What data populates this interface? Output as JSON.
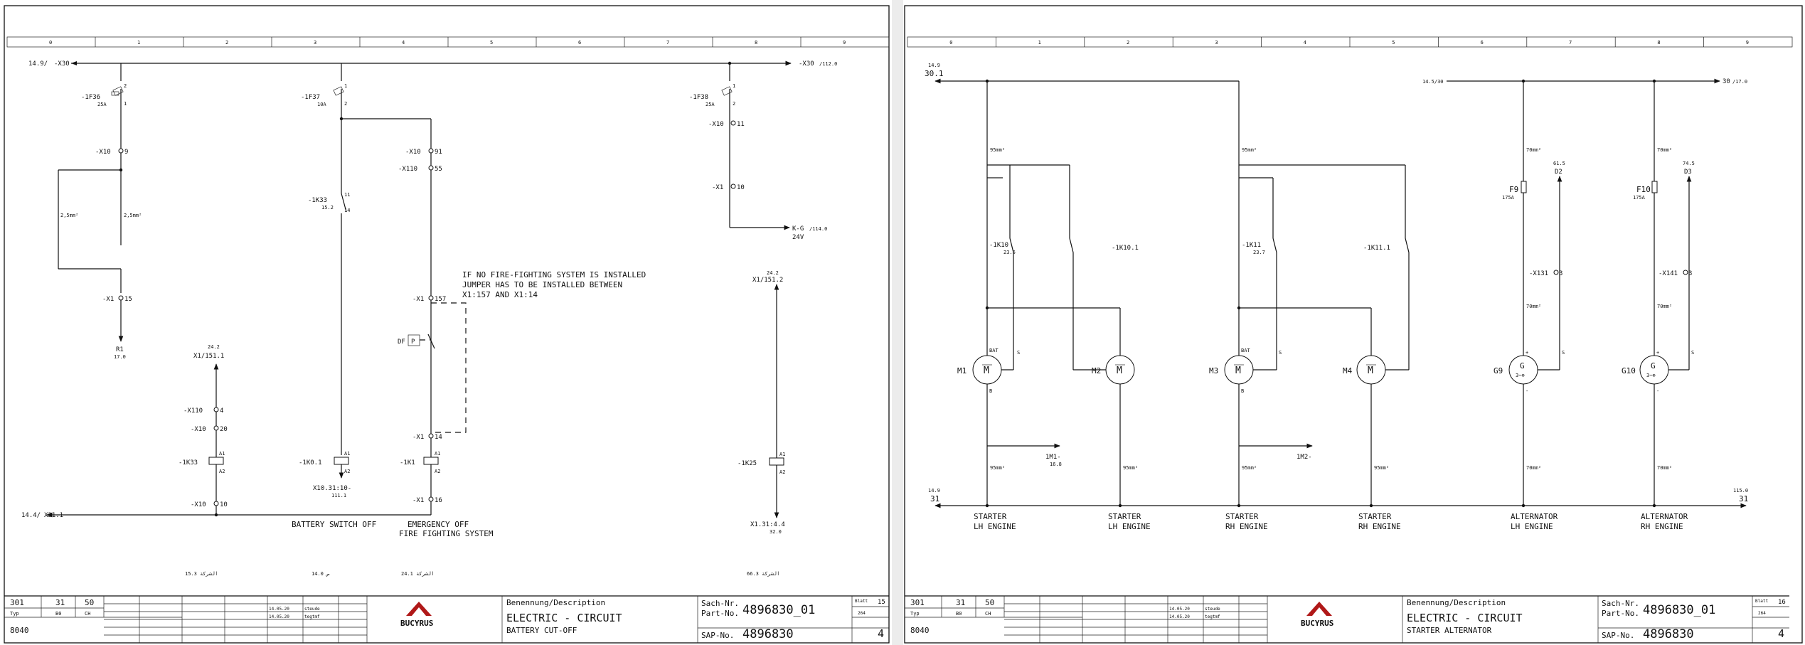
{
  "columns": [
    "0",
    "1",
    "2",
    "3",
    "4",
    "5",
    "6",
    "7",
    "8",
    "9"
  ],
  "brand": "BUCYRUS",
  "sheets": [
    {
      "labels": {
        "x30_ref": "14.9/",
        "x30": "-X30",
        "x30_out": "-X30",
        "x30_out_ref": "/112.0",
        "f36": "-1F36",
        "f36_val": "25A",
        "f37": "-1F37",
        "f37_val": "10A",
        "f38": "-1F38",
        "f38_val": "25A",
        "pin1": "1",
        "pin2": "2",
        "x10_9": "-X10",
        "x10_9_n": "9",
        "x10_91": "-X10",
        "x10_91_n": "91",
        "x110_55": "-X110",
        "x110_55_n": "55",
        "x10_11": "-X10",
        "x10_11_n": "11",
        "x10_10": "-X1",
        "x10_10_n": "10",
        "cable1": "2,5mm²",
        "cable2": "2,5mm²",
        "k33": "-1K33",
        "k33_ref": "15.2",
        "k33_p11": "11",
        "k33_p14": "14",
        "kg": "K-G",
        "kg_ref": "/114.0",
        "kg_v": "24V",
        "x1_15": "-X1",
        "x1_15_n": "15",
        "x1_157": "-X1",
        "x1_157_n": "157",
        "note1": "IF NO FIRE-FIGHTING SYSTEM IS INSTALLED",
        "note2": "JUMPER HAS TO BE INSTALLED BETWEEN",
        "note3": "X1:157 AND X1:14",
        "r1": "R1",
        "r1_ref": "17.0",
        "x1_151_ref": "24.2",
        "x1_151": "X1/151.1",
        "x1_151b_ref": "24.2",
        "x1_151b": "X1/151.2",
        "df": "DF",
        "df_p": "P",
        "x110_4": "-X110",
        "x110_4_n": "4",
        "x10_20": "-X10",
        "x10_20_n": "20",
        "x1_14": "-X1",
        "x1_14_n": "14",
        "k33b": "-1K33",
        "k0": "-1K0.1",
        "k1": "-1K1",
        "k25": "-1K25",
        "a1": "A1",
        "a2": "A2",
        "x10_31": "X10.31:10-",
        "x10_31_ref": "111.1",
        "x1_31": "X1.31:4.4",
        "x1_31_ref": "32.0",
        "x10_10b": "-X10",
        "x10_10b_n": "10",
        "x1_16": "-X1",
        "x1_16_n": "16",
        "x31_ref": "14.4/",
        "x31": "X31.1",
        "cap1": "BATTERY SWITCH OFF",
        "cap2": "EMERGENCY OFF",
        "cap3": "FIRE FIGHTING SYSTEM",
        "bot1": "15.3 الشركة",
        "bot2": "14.0 ص",
        "bot3": "24.1 الشركة",
        "bot4": "66.3 الشركة"
      },
      "title": {
        "n301": "301",
        "n31": "31",
        "n50": "50",
        "typ": "Typ",
        "b0": "B0",
        "ch": "CH",
        "model": "8040",
        "date1": "14.05.20",
        "date2": "14.05.20",
        "user1": "steude",
        "user2": "tegtmf",
        "desc_label": "Benennung/Description",
        "desc1": "ELECTRIC - CIRCUIT",
        "desc2": "BATTERY CUT-OFF",
        "sach_label": "Sach-Nr.",
        "part_label": "Part-No.",
        "part_no": "4896830_01",
        "sap_label": "SAP-No.",
        "sap_no": "4896830",
        "blatt": "Blatt",
        "sheet_no": "15",
        "page": "4",
        "grp": "264"
      }
    },
    {
      "labels": {
        "r30_ref": "14.9",
        "r30": "30.1",
        "r30b_ref": "14.5/30",
        "r30_out": "30",
        "r30_out_ref": "/17.0",
        "c95": "95mm²",
        "c70": "70mm²",
        "k10": "-1K10",
        "k10_ref": "23.6",
        "k10_1": "-1K10.1",
        "k11": "-1K11",
        "k11_ref": "23.7",
        "k11_1": "-1K11.1",
        "f9": "F9",
        "f9_val": "175A",
        "f10": "F10",
        "f10_val": "175A",
        "d2_ref": "61.5",
        "d2": "D2",
        "d3_ref": "74.5",
        "d3": "D3",
        "x131": "-X131",
        "x131_n": "3",
        "x141": "-X141",
        "x141_n": "3",
        "m1": "M1",
        "m2": "M2",
        "m3": "M3",
        "m4": "M4",
        "g9": "G9",
        "g10": "G10",
        "m_sym": "M",
        "g_sym": "G",
        "bat": "BAT",
        "s": "S",
        "b": "B",
        "plus": "+",
        "minus": "-",
        "m1_out": "1M1-",
        "m1_out_ref": "16.8",
        "m2_out": "1M2-",
        "r31_ref": "14.9",
        "r31": "31",
        "r31_out_ref": "115.0",
        "r31_out": "31",
        "s1a": "STARTER",
        "s1b": "LH ENGINE",
        "s2a": "STARTER",
        "s2b": "LH ENGINE",
        "s3a": "STARTER",
        "s3b": "RH ENGINE",
        "s4a": "STARTER",
        "s4b": "RH ENGINE",
        "a5a": "ALTERNATOR",
        "a5b": "LH ENGINE",
        "a6a": "ALTERNATOR",
        "a6b": "RH ENGINE"
      },
      "title": {
        "n301": "301",
        "n31": "31",
        "n50": "50",
        "typ": "Typ",
        "b0": "B0",
        "ch": "CH",
        "model": "8040",
        "date1": "14.05.20",
        "date2": "14.05.20",
        "user1": "steude",
        "user2": "tegtmf",
        "desc_label": "Benennung/Description",
        "desc1": "ELECTRIC - CIRCUIT",
        "desc2": "STARTER ALTERNATOR",
        "sach_label": "Sach-Nr.",
        "part_label": "Part-No.",
        "part_no": "4896830_01",
        "sap_label": "SAP-No.",
        "sap_no": "4896830",
        "blatt": "Blatt",
        "sheet_no": "16",
        "page": "4",
        "grp": "264"
      }
    }
  ]
}
